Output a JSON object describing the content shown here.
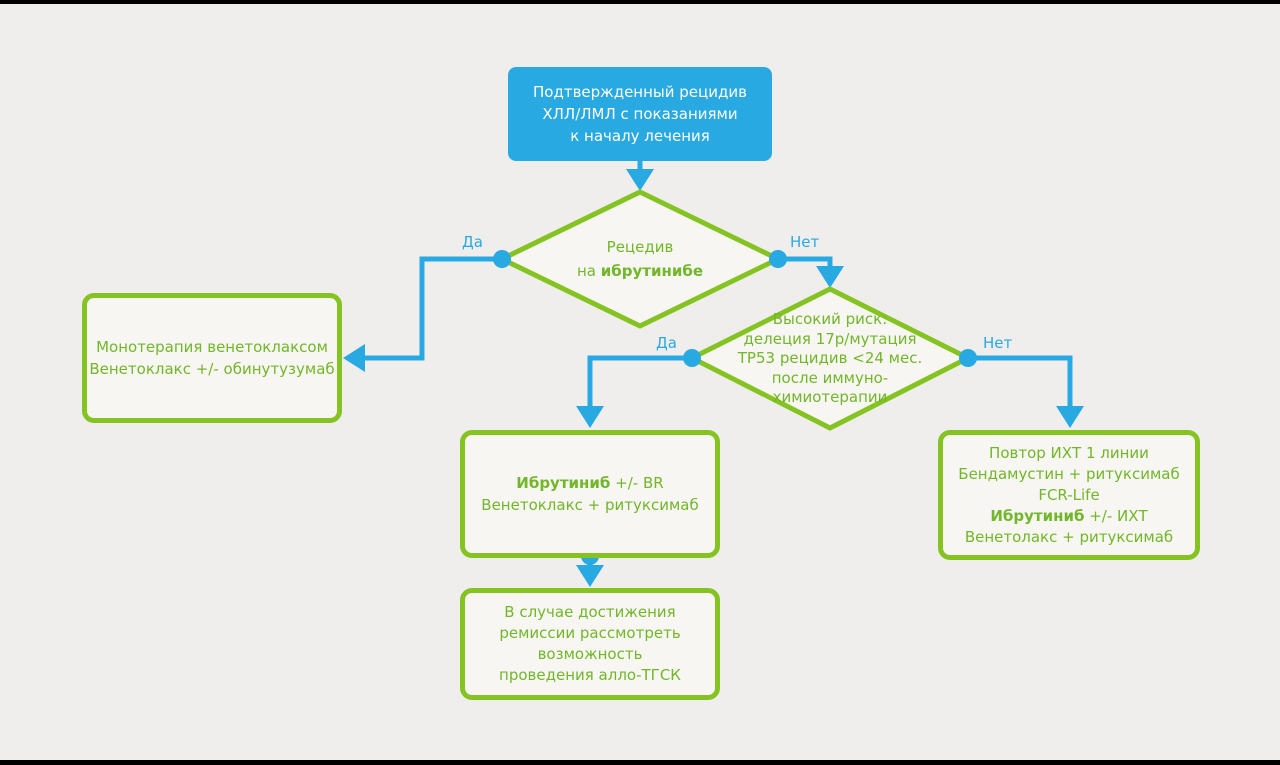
{
  "palette": {
    "blue": "#29a9e1",
    "green": "#85c322",
    "greentext": "#72b629",
    "bg": "#efeeec",
    "boxfill": "#f7f6f2"
  },
  "nodes": {
    "start": {
      "line1": "Подтвержденный рецидив",
      "line2": "ХЛЛ/ЛМЛ с показаниями",
      "line3": "к началу лечения"
    },
    "decision_ibrutinib": {
      "line1": "Рецедив",
      "line2_prefix": "на ",
      "line2_bold": "ибрутинибе"
    },
    "venetoclax_mono": {
      "line1": "Монотерапия венетоклаксом",
      "line2": "Венетоклакс +/- обинутузумаб"
    },
    "decision_high_risk": {
      "line1": "Высокий риск:",
      "line2": "делеция 17р/мутация",
      "line3": "ТР53 рецидив <24 мес.",
      "line4": "после иммуно-",
      "line5": "химиотерапии"
    },
    "ibrutinib_br": {
      "line1_bold": "Ибрутиниб",
      "line1_rest": " +/- BR",
      "line2": "Венетоклакс + ритуксимаб"
    },
    "remission": {
      "line1": "В случае достижения",
      "line2": "ремиссии рассмотреть",
      "line3": "возможность",
      "line4": "проведения алло-ТГСК"
    },
    "repeat_ict": {
      "line1": "Повтор ИХТ 1 линии",
      "line2": "Бендамустин + ритуксимаб",
      "line3": "FCR-Life",
      "line4_bold": "Ибрутиниб",
      "line4_rest": " +/- ИХТ",
      "line5": "Венетолакс + ритуксимаб"
    }
  },
  "labels": {
    "yes1": "Да",
    "no1": "Нет",
    "yes2": "Да",
    "no2": "Нет"
  }
}
